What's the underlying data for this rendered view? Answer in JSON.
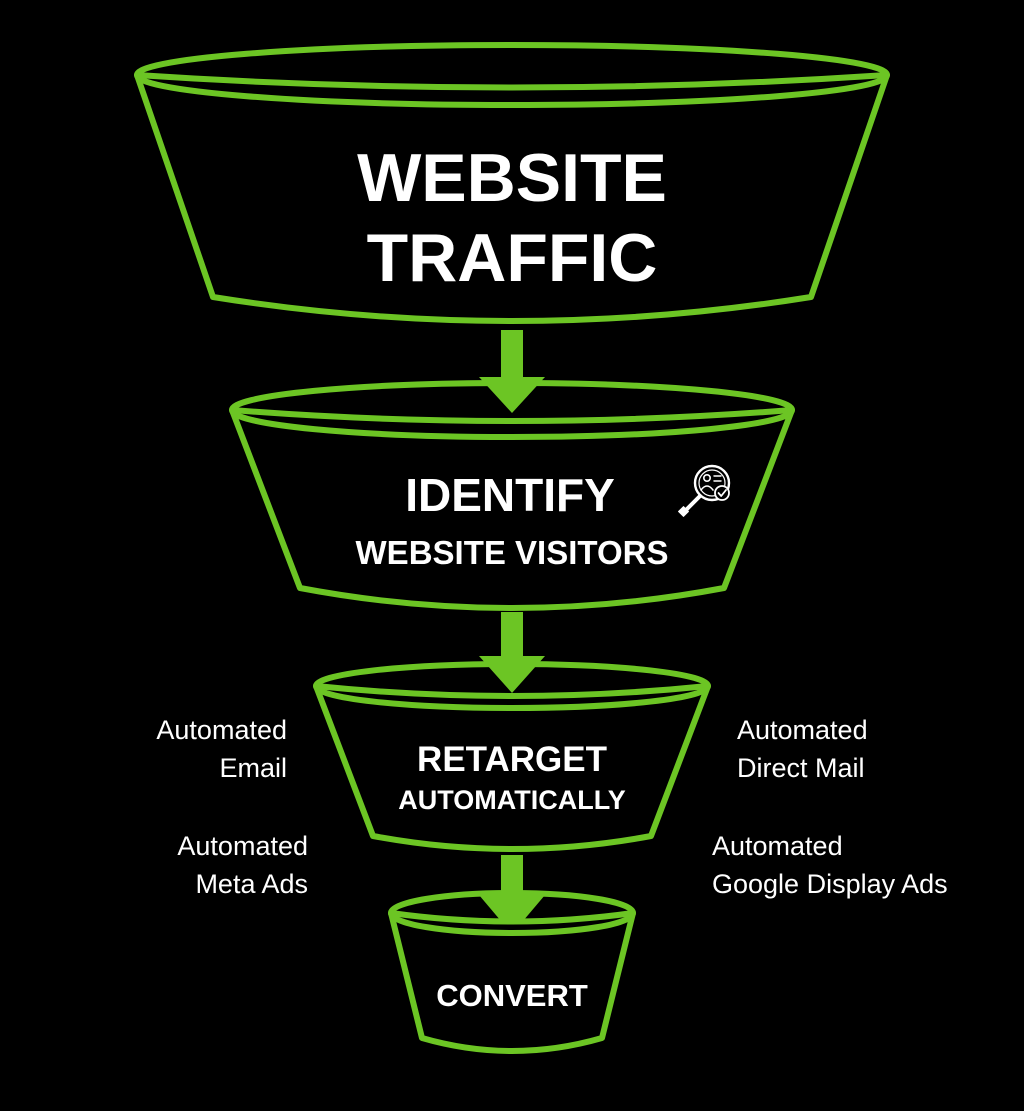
{
  "colors": {
    "accent": "#6cc524",
    "background": "#000000",
    "text": "#ffffff"
  },
  "stages": {
    "traffic": {
      "line1": "WEBSITE",
      "line2": "TRAFFIC"
    },
    "identify": {
      "line1": "IDENTIFY",
      "line2": "WEBSITE VISITORS",
      "icon": "magnifier-user-check-icon"
    },
    "retarget": {
      "line1": "RETARGET",
      "line2": "AUTOMATICALLY"
    },
    "convert": {
      "line1": "CONVERT"
    }
  },
  "channels": {
    "email": {
      "line1": "Automated",
      "line2": "Email"
    },
    "meta_ads": {
      "line1": "Automated",
      "line2": "Meta Ads"
    },
    "direct_mail": {
      "line1": "Automated",
      "line2": "Direct Mail"
    },
    "google_display_ads": {
      "line1": "Automated",
      "line2": "Google Display Ads"
    }
  }
}
